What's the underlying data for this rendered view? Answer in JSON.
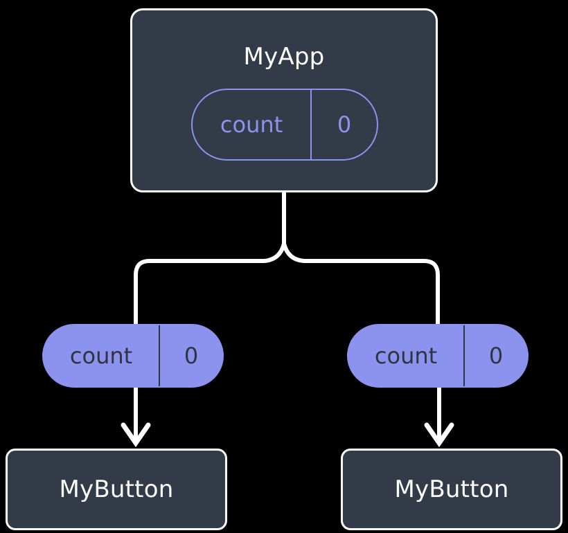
{
  "diagram": {
    "type": "component-tree",
    "background_color": "#000000",
    "colors": {
      "component_fill": "#343b48",
      "component_border": "#ffffff",
      "accent_purple": "#8b93ee",
      "edge": "#ffffff",
      "dark_text": "#2f3440",
      "light_text": "#ffffff"
    },
    "root": {
      "name": "root-component",
      "title": "MyApp",
      "state_pill": {
        "key": "count",
        "value": "0",
        "style": "outlined"
      }
    },
    "prop_pills": [
      {
        "name": "prop-pill-left",
        "key": "count",
        "value": "0",
        "style": "filled"
      },
      {
        "name": "prop-pill-right",
        "key": "count",
        "value": "0",
        "style": "filled"
      }
    ],
    "children": [
      {
        "name": "child-component-left",
        "title": "MyButton"
      },
      {
        "name": "child-component-right",
        "title": "MyButton"
      }
    ],
    "edges": {
      "branch": "root splits into two rounded elbow branches feeding each prop pill",
      "arrows": "each prop pill points down with an open arrowhead into its MyButton"
    }
  }
}
